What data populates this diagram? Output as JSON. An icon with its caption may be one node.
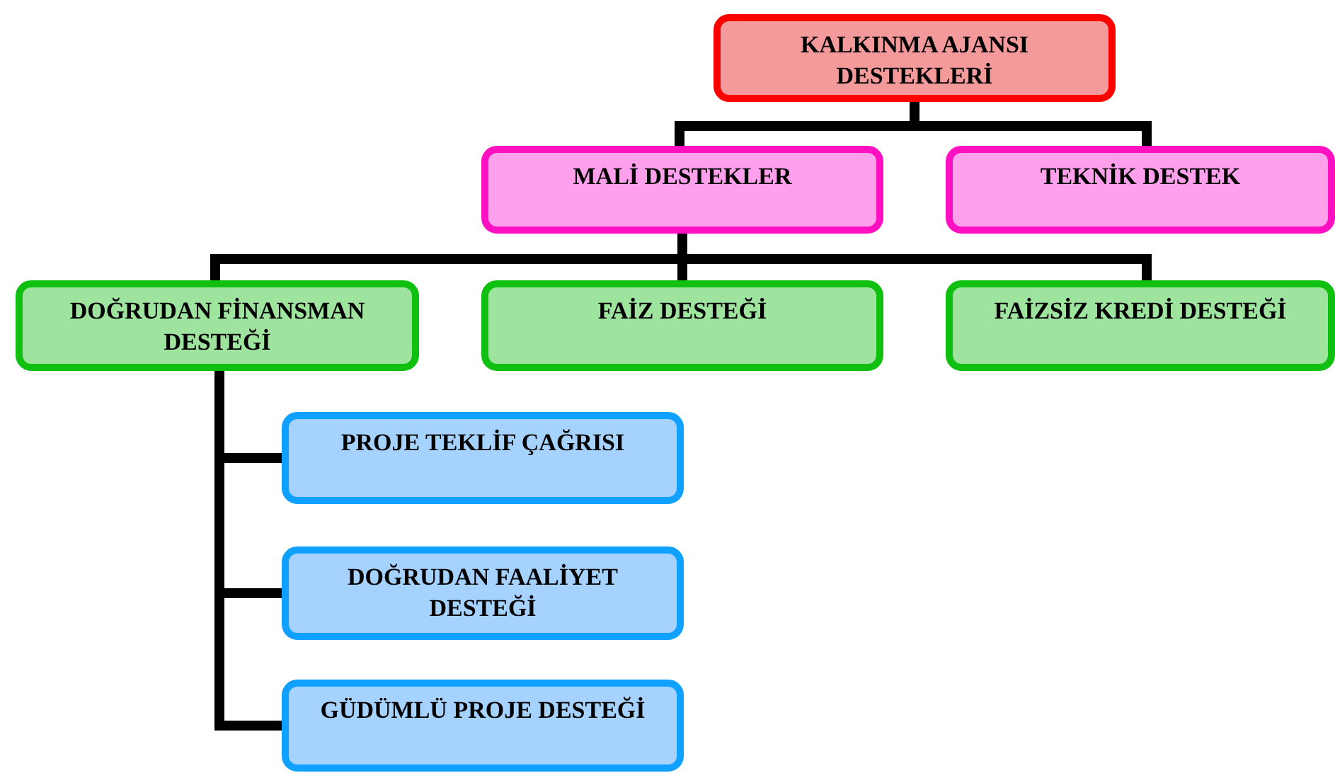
{
  "diagram": {
    "nodes": [
      {
        "text": [
          "KALKINMA AJANSI DESTEKLERİ"
        ]
      },
      {
        "text": [
          "MALİ DESTEKLER"
        ]
      },
      {
        "text": [
          "TEKNİK DESTEK"
        ]
      },
      {
        "text": [
          "DOĞRUDAN FİNANSMAN DESTEĞİ"
        ]
      },
      {
        "text": [
          "FAİZ DESTEĞİ"
        ]
      },
      {
        "text": [
          "FAİZSİZ KREDİ DESTEĞİ"
        ]
      },
      {
        "text": [
          "PROJE TEKLİF ÇAĞRISI"
        ]
      },
      {
        "text": [
          "DOĞRUDAN FAALİYET DESTEĞİ"
        ]
      },
      {
        "text": [
          "GÜDÜMLÜ PROJE DESTEĞİ"
        ]
      }
    ],
    "edges": [
      {
        "from": 0,
        "to": 1,
        "arrow": "none"
      },
      {
        "from": 0,
        "to": 2,
        "arrow": "none"
      },
      {
        "from": 1,
        "to": 3,
        "arrow": "none"
      },
      {
        "from": 1,
        "to": 4,
        "arrow": "none"
      },
      {
        "from": 1,
        "to": 5,
        "arrow": "none"
      },
      {
        "from": 3,
        "to": 6,
        "arrow": "none"
      },
      {
        "from": 3,
        "to": 7,
        "arrow": "none"
      },
      {
        "from": 3,
        "to": 8,
        "arrow": "none"
      }
    ]
  }
}
